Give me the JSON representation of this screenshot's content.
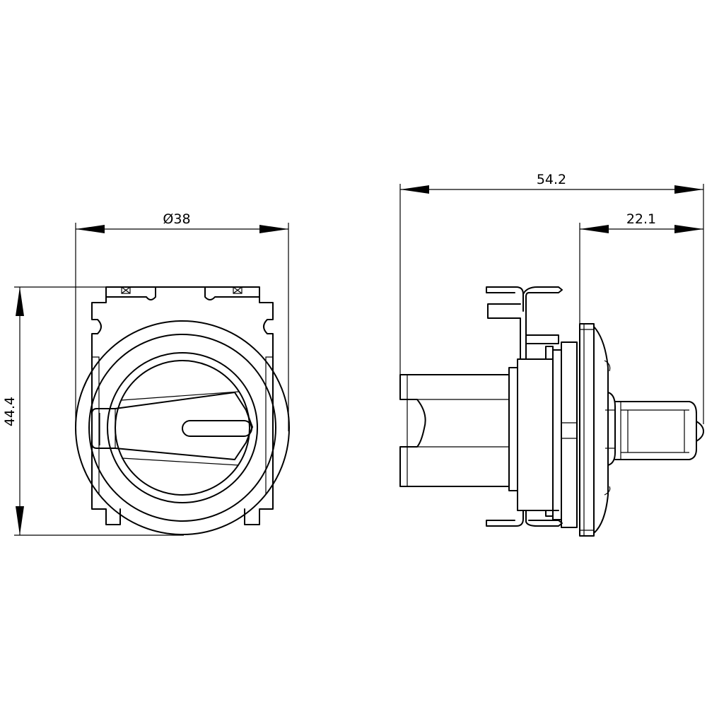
{
  "drawing": {
    "front_view": {
      "diameter_label": "Ø38",
      "height_label": "44.4"
    },
    "side_view": {
      "overall_length_label": "54.2",
      "front_length_label": "22.1"
    },
    "colors": {
      "line": "#000000",
      "background": "#ffffff"
    }
  }
}
